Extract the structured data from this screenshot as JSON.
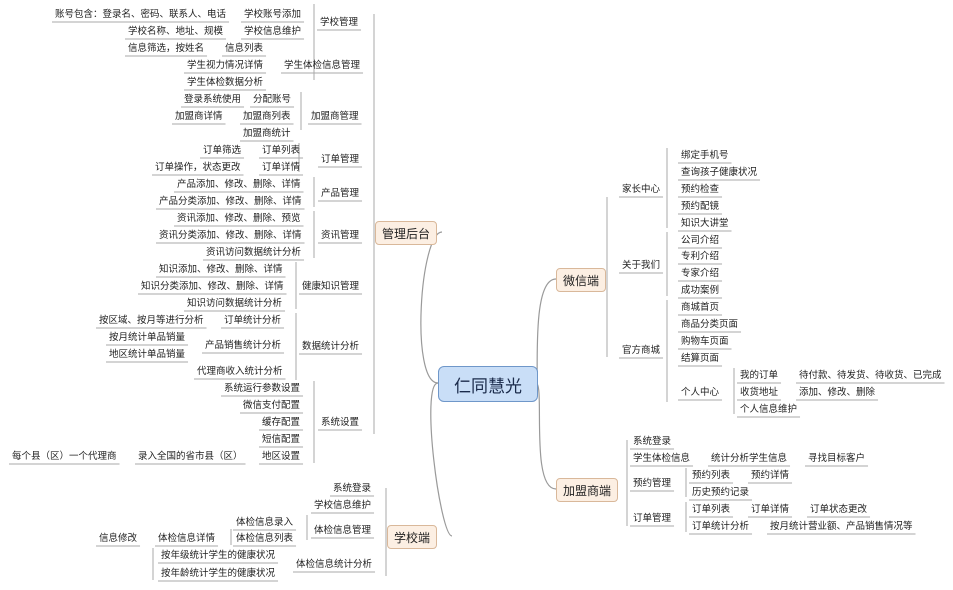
{
  "root": "仁同慧光",
  "main": {
    "admin": "管理后台",
    "wechat": "微信端",
    "school": "学校端",
    "franchise": "加盟商端"
  },
  "admin": {
    "school_mgmt": "学校管理",
    "school_account_add": "学校账号添加",
    "account_includes": "账号包含：登录名、密码、联系人、电话",
    "school_info_maint": "学校信息维护",
    "school_fields": "学校名称、地址、规模",
    "student_exam_mgmt": "学生体检信息管理",
    "info_list": "信息列表",
    "info_filter": "信息筛选，按姓名",
    "vision_detail": "学生视力情况详情",
    "exam_data_analysis": "学生体检数据分析",
    "franchise_mgmt": "加盟商管理",
    "assign_account": "分配账号",
    "login_system_use": "登录系统使用",
    "franchise_list": "加盟商列表",
    "franchise_detail": "加盟商详情",
    "franchise_stats": "加盟商统计",
    "order_mgmt": "订单管理",
    "order_list": "订单列表",
    "order_filter": "订单筛选",
    "order_detail": "订单详情",
    "order_ops": "订单操作，状态更改",
    "product_mgmt": "产品管理",
    "product_crud": "产品添加、修改、删除、详情",
    "product_cat_crud": "产品分类添加、修改、删除、详情",
    "news_mgmt": "资讯管理",
    "news_crud": "资讯添加、修改、删除、预览",
    "news_cat_crud": "资讯分类添加、修改、删除、详情",
    "news_visit_stats": "资讯访问数据统计分析",
    "health_mgmt": "健康知识管理",
    "knowledge_crud": "知识添加、修改、删除、详情",
    "knowledge_cat_crud": "知识分类添加、修改、删除、详情",
    "knowledge_visit_stats": "知识访问数据统计分析",
    "data_stats": "数据统计分析",
    "order_stats": "订单统计分析",
    "order_stats_by": "按区域、按月等进行分析",
    "product_sales_stats": "产品销售统计分析",
    "monthly_sales": "按月统计单品销量",
    "region_sales": "地区统计单品销量",
    "agent_income": "代理商收入统计分析",
    "sys_settings": "系统设置",
    "sys_params": "系统运行参数设置",
    "wechat_pay": "微信支付配置",
    "cache_config": "缓存配置",
    "sms_config": "短信配置",
    "region_setting": "地区设置",
    "enter_regions": "录入全国的省市县（区）",
    "one_agent_per_county": "每个县（区）一个代理商"
  },
  "school": {
    "sys_login": "系统登录",
    "school_info_maint": "学校信息维护",
    "exam_info_mgmt": "体检信息管理",
    "exam_info_entry": "体检信息录入",
    "exam_info_list": "体检信息列表",
    "exam_info_detail": "体检信息详情",
    "info_modify": "信息修改",
    "exam_info_stats": "体检信息统计分析",
    "by_grade": "按年级统计学生的健康状况",
    "by_age": "按年龄统计学生的健康状况"
  },
  "wechat": {
    "parent_center": "家长中心",
    "bind_phone": "绑定手机号",
    "child_health": "查询孩子健康状况",
    "book_exam": "预约检查",
    "book_glasses": "预约配镜",
    "lecture": "知识大讲堂",
    "about_us": "关于我们",
    "company_intro": "公司介绍",
    "patent_intro": "专利介绍",
    "expert_intro": "专家介绍",
    "success_cases": "成功案例",
    "official_mall": "官方商城",
    "mall_home": "商城首页",
    "product_category": "商品分类页面",
    "cart": "购物车页面",
    "checkout": "结算页面",
    "personal_center": "个人中心",
    "my_orders": "我的订单",
    "order_status": "待付款、待发货、待收货、已完成",
    "shipping_address": "收货地址",
    "address_ops": "添加、修改、删除",
    "personal_info": "个人信息维护"
  },
  "franchise": {
    "sys_login": "系统登录",
    "student_exam_info": "学生体检信息",
    "stats_student_info": "统计分析学生信息",
    "find_customers": "寻找目标客户",
    "booking_mgmt": "预约管理",
    "booking_list": "预约列表",
    "booking_detail": "预约详情",
    "booking_history": "历史预约记录",
    "order_mgmt": "订单管理",
    "order_list": "订单列表",
    "order_detail": "订单详情",
    "order_status_change": "订单状态更改",
    "order_stats": "订单统计分析",
    "revenue_stats": "按月统计营业额、产品销售情况等"
  }
}
